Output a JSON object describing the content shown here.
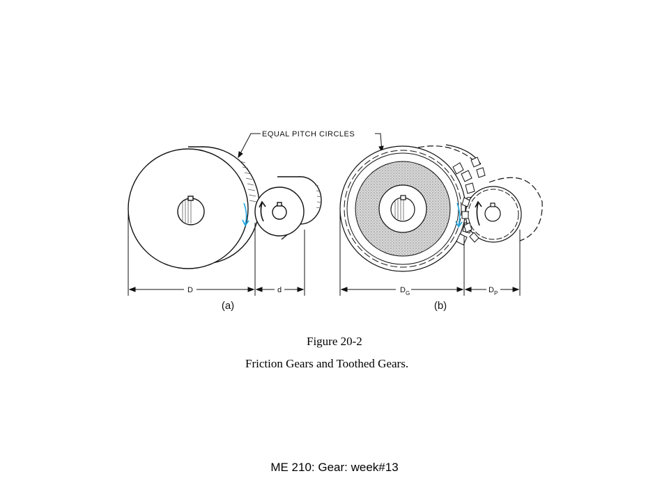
{
  "figure": {
    "callout_label": "EQUAL PITCH CIRCLES",
    "panel_a": {
      "label": "(a)",
      "dim_large": "D",
      "dim_small": "d"
    },
    "panel_b": {
      "label": "(b)",
      "dim_gear": "D",
      "dim_gear_sub": "G",
      "dim_pinion": "D",
      "dim_pinion_sub": "P"
    },
    "arrow_color": "#1aa3dc",
    "line_color": "#111111",
    "texture_color": "#b8b8b8"
  },
  "caption": {
    "number": "Figure 20-2",
    "title": "Friction Gears and Toothed Gears."
  },
  "footer": {
    "text": "ME 210: Gear: week#13"
  }
}
